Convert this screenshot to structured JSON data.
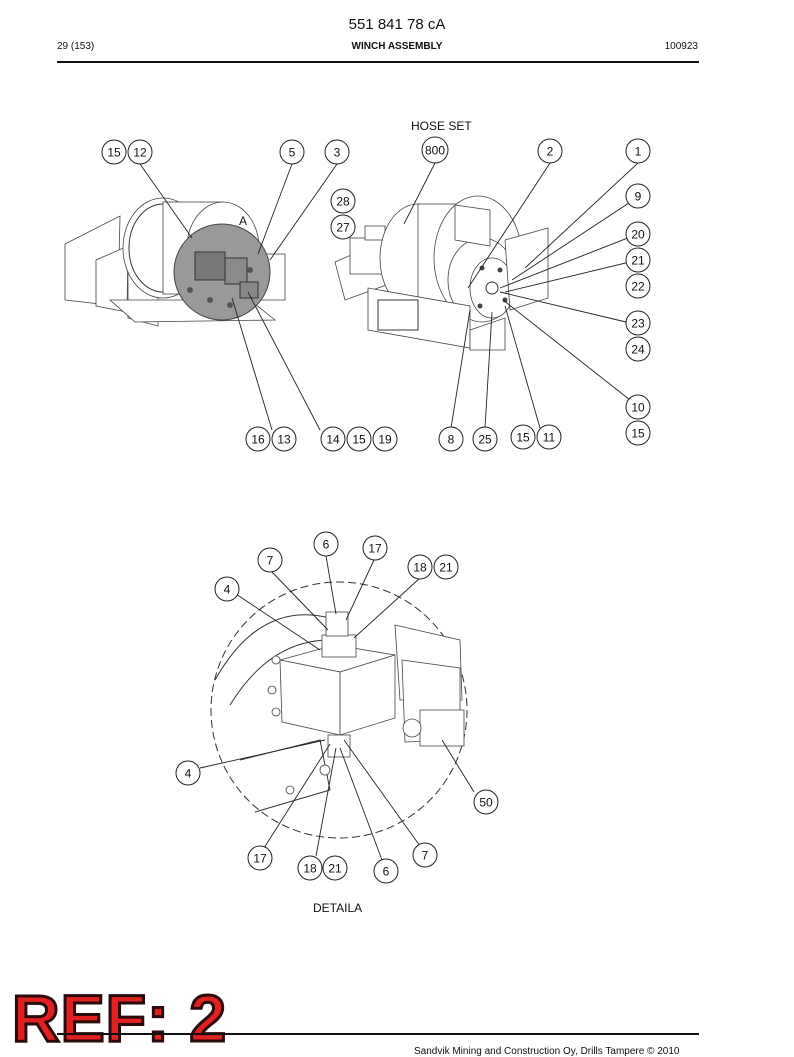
{
  "header": {
    "doc_number": "551 841 78 cA",
    "page": "29 (153)",
    "title": "WINCH ASSEMBLY",
    "date_code": "100923"
  },
  "figure_top": {
    "labels": {
      "hose_set": "HOSE SET",
      "detail_marker": "A"
    },
    "callouts": [
      "15",
      "12",
      "5",
      "3",
      "800",
      "2",
      "1",
      "9",
      "28",
      "27",
      "20",
      "21",
      "22",
      "23",
      "24",
      "10",
      "15",
      "16",
      "13",
      "14",
      "15",
      "19",
      "8",
      "25",
      "15",
      "11"
    ]
  },
  "figure_detail": {
    "caption": "DETAILA",
    "callouts": [
      "6",
      "17",
      "7",
      "18",
      "21",
      "4",
      "4",
      "50",
      "17",
      "18",
      "21",
      "6",
      "7"
    ]
  },
  "stamp": {
    "text": "REF: 2"
  },
  "footer": {
    "copyright": "Sandvik Mining and Construction Oy, Drills Tampere © 2010"
  }
}
